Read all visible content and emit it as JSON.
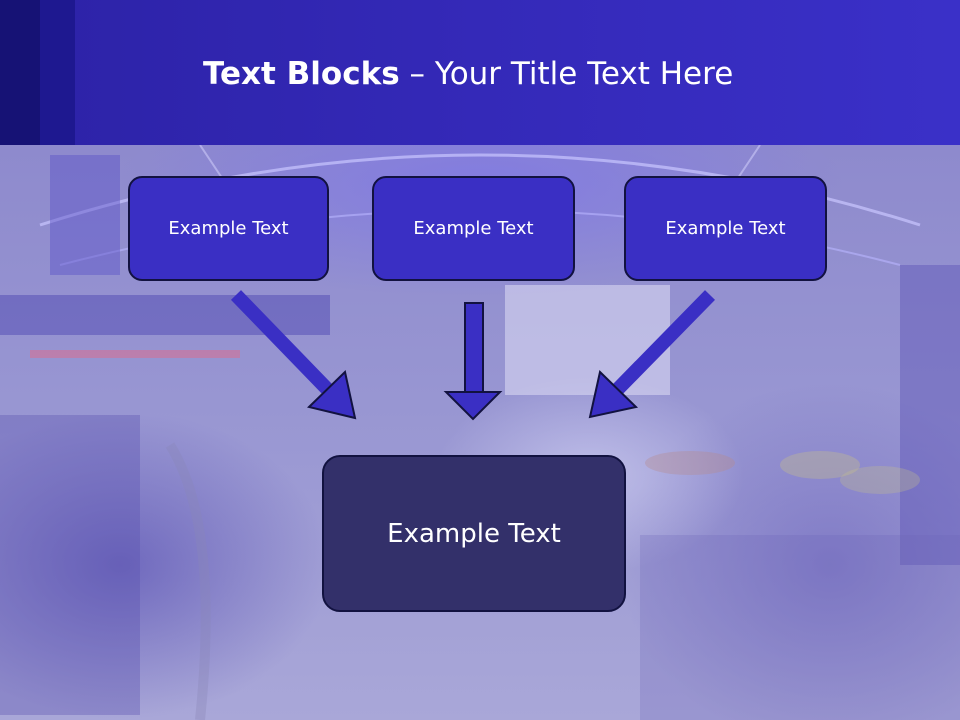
{
  "title": {
    "bold": "Text Blocks",
    "dash": " – ",
    "rest": "Your Title Text Here"
  },
  "blocks": {
    "top": [
      {
        "label": "Example Text"
      },
      {
        "label": "Example Text"
      },
      {
        "label": "Example Text"
      }
    ],
    "bottom": {
      "label": "Example Text"
    }
  },
  "colors": {
    "header": "#3429b8",
    "box_fill": "#3a2fc4",
    "bottom_box_fill": "#33306a",
    "box_border": "#121240",
    "arrow": "#3a2fc4",
    "text": "#ffffff"
  }
}
